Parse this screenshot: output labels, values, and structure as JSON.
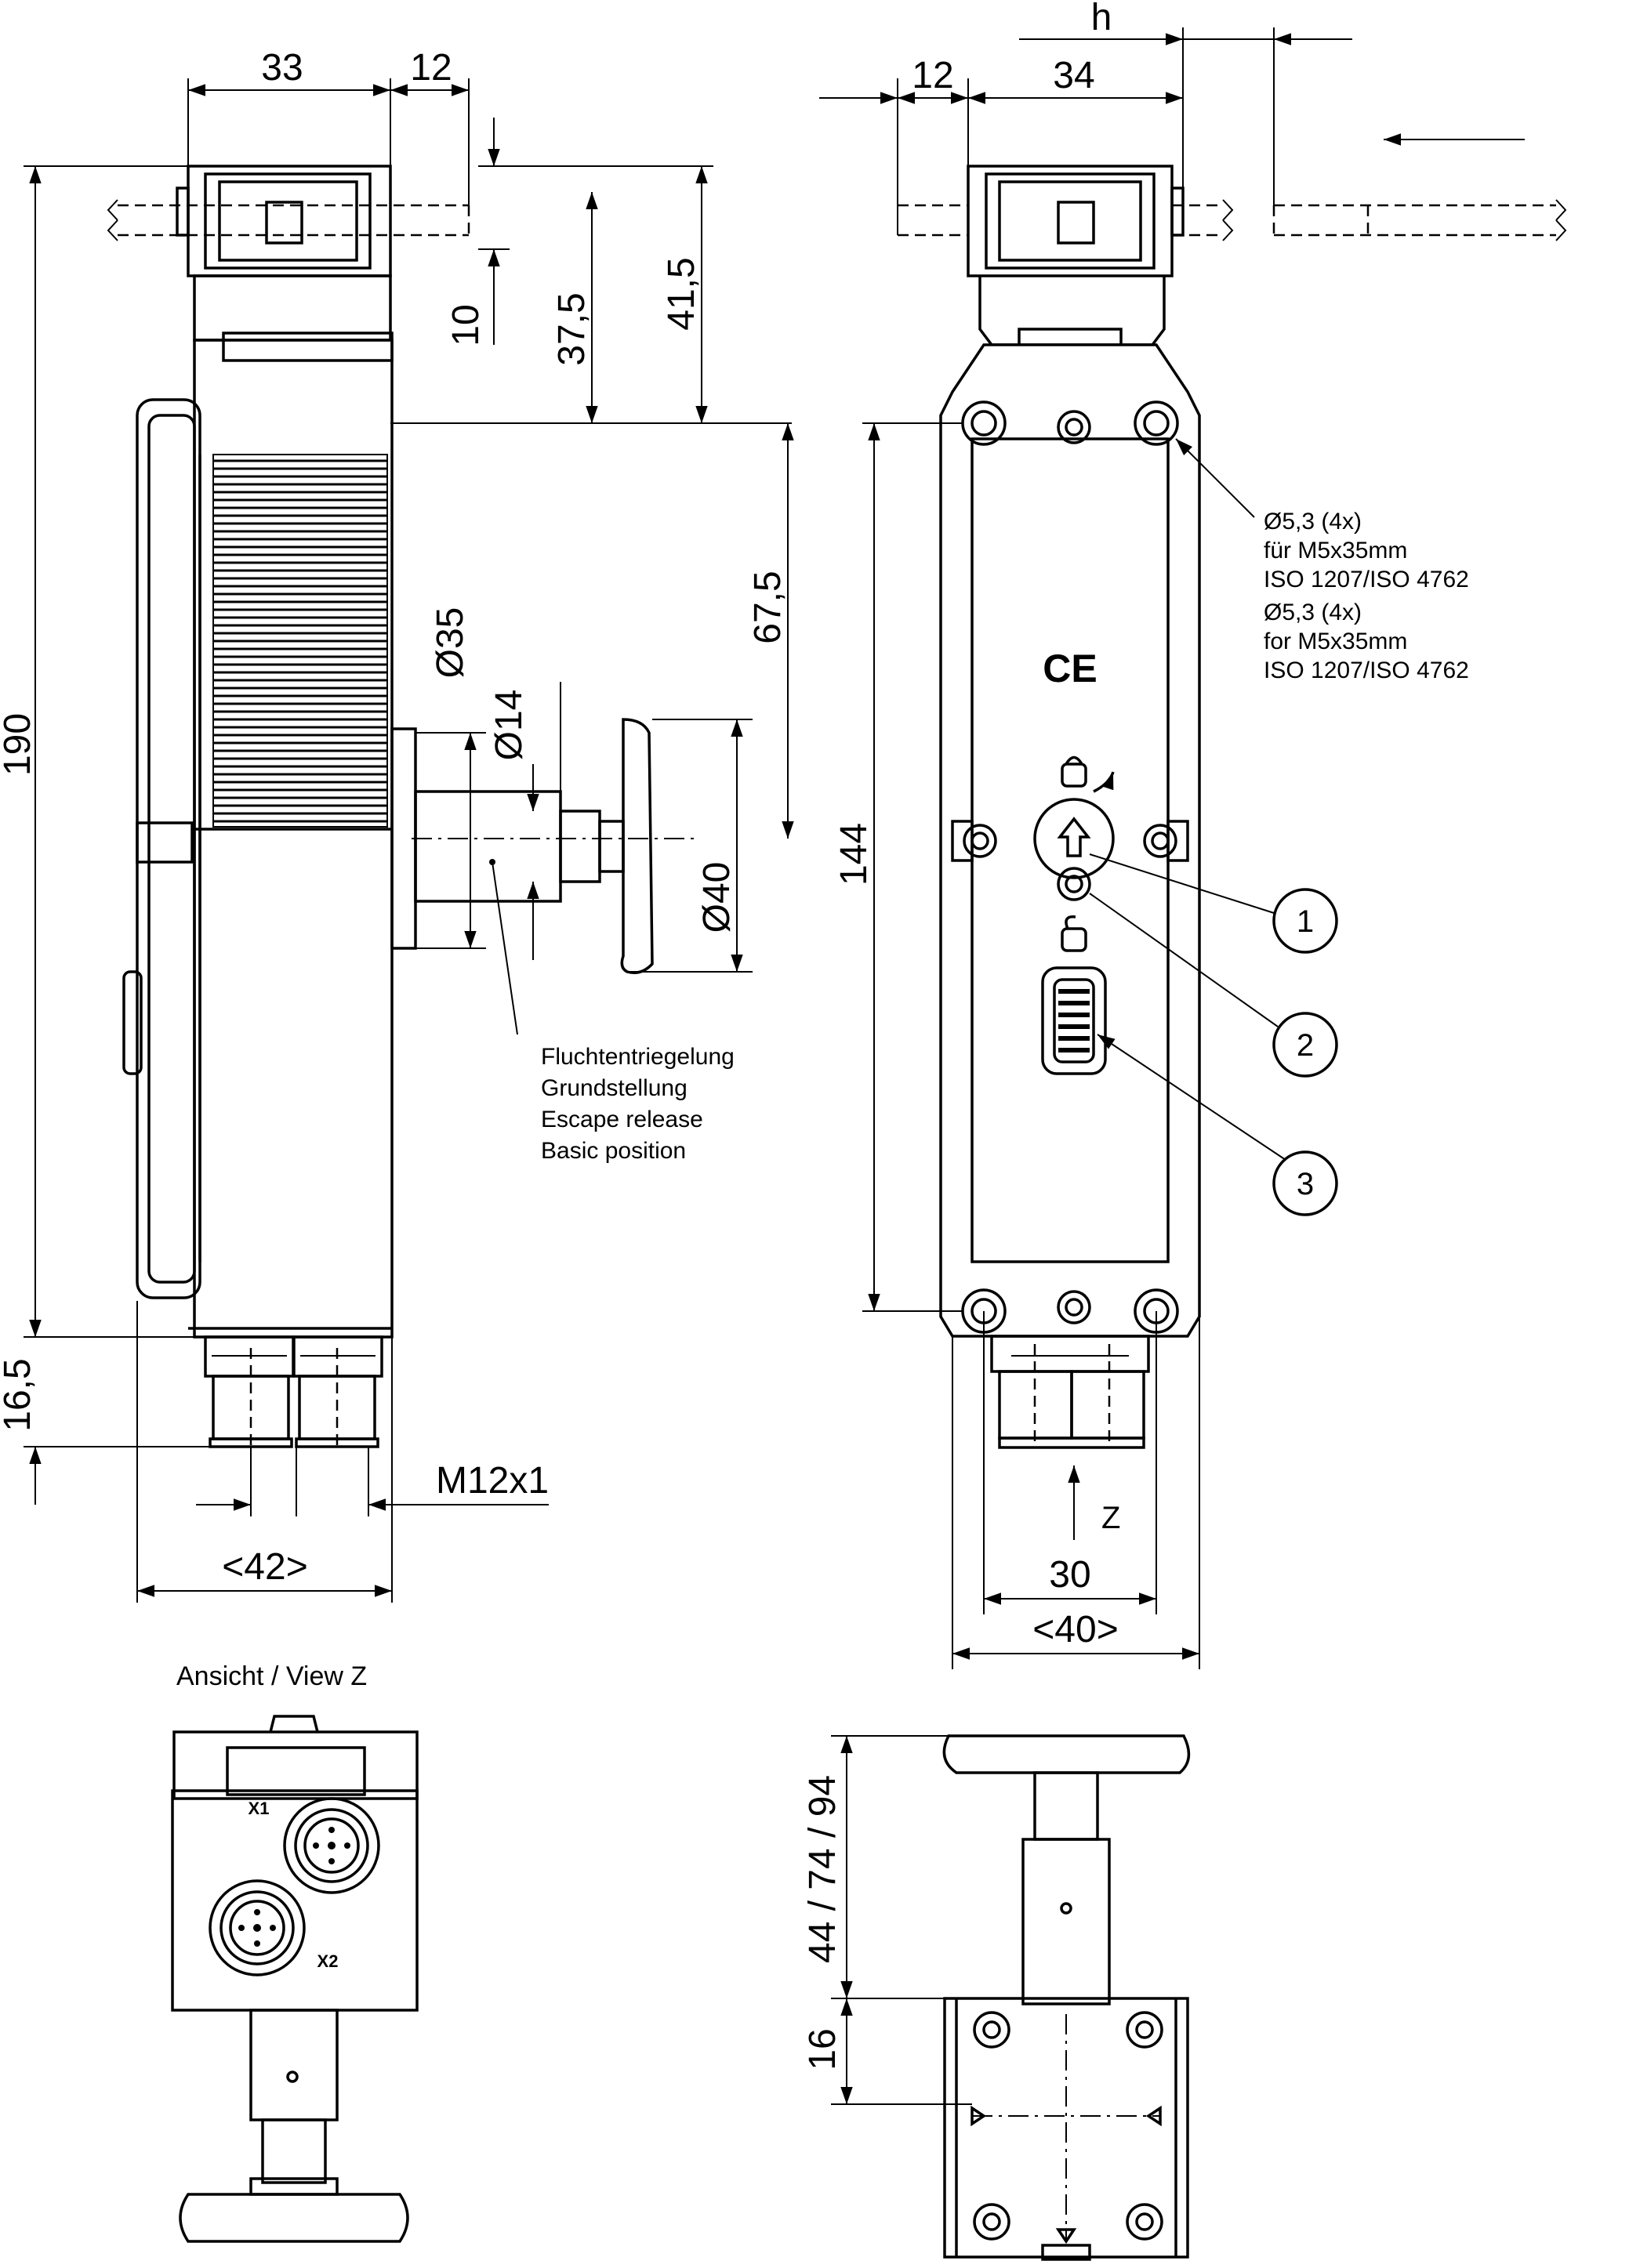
{
  "dims": {
    "w33": "33",
    "w12_left": "12",
    "w12_right": "12",
    "w34": "34",
    "h_travel": "h",
    "v10": "10",
    "v37_5": "37,5",
    "v41_5": "41,5",
    "v67_5": "67,5",
    "v190": "190",
    "v144": "144",
    "v16_5": "16,5",
    "d35": "Ø35",
    "d14": "Ø14",
    "d40": "Ø40",
    "m12": "M12x1",
    "w42": "<42>",
    "w30": "30",
    "w40": "<40>",
    "z_arrow": "Z",
    "v_range": "44 / 74 / 94",
    "v16": "16"
  },
  "notes": {
    "holes": [
      "Ø5,3 (4x)",
      "für M5x35mm",
      "ISO 1207/ISO 4762",
      "Ø5,3 (4x)",
      "for M5x35mm",
      "ISO 1207/ISO 4762"
    ],
    "escape": [
      "Fluchtentriegelung",
      "Grundstellung",
      "Escape release",
      "Basic position"
    ],
    "view_z": "Ansicht / View Z",
    "ce_mark": "CE",
    "connector_x1": "X1",
    "connector_x2": "X2"
  },
  "callouts": [
    "1",
    "2",
    "3"
  ],
  "colors": {
    "line": "#000000",
    "background": "#ffffff"
  }
}
